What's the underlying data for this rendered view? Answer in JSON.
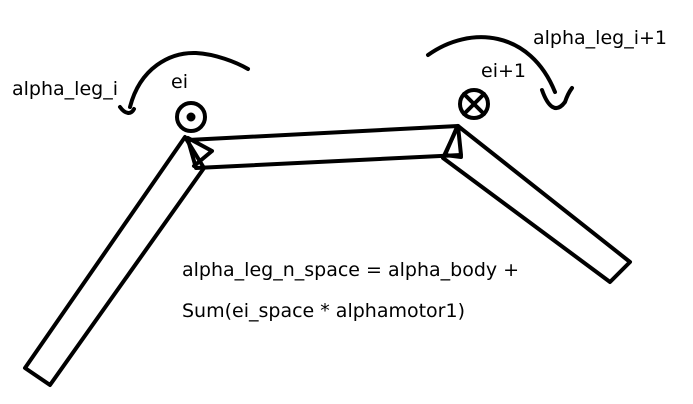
{
  "labels": {
    "alpha_leg_i": "alpha_leg_i",
    "ei": "ei",
    "alpha_leg_i1": "alpha_leg_i+1",
    "ei1": "ei+1"
  },
  "equation": {
    "line1": "alpha_leg_n_space = alpha_body +",
    "line2": "Sum(ei_space * alphamotor1)"
  },
  "colors": {
    "ink": "#000000",
    "background": "#ffffff"
  },
  "icons": {
    "joint_i": "axis-out-of-page-icon",
    "joint_i1": "axis-into-page-icon"
  }
}
